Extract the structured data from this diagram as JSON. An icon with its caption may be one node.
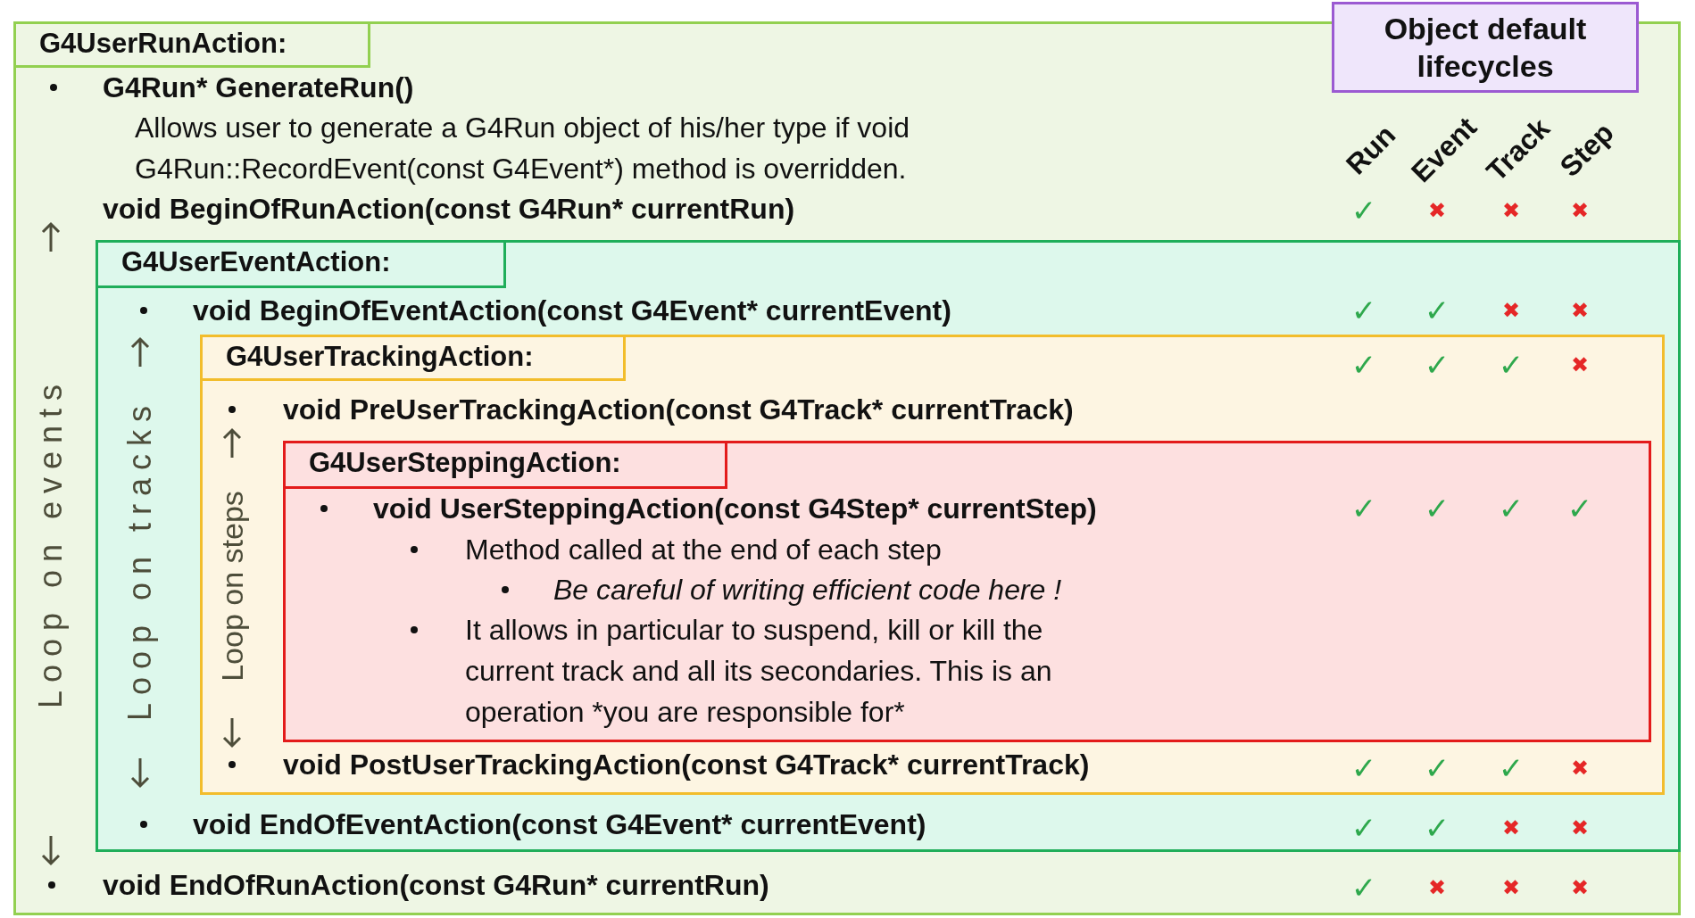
{
  "diagram": {
    "nodes": [
      {
        "text": [
          "G4UserRunAction:",
          "G4Run* GenerateRun()",
          "Allows user to generate a G4Run object of his/her type if void G4Run::RecordEvent(const G4Event*) method is overridden.",
          "void BeginOfRunAction(const G4Run* currentRun)",
          "void EndOfRunAction(const G4Run* currentRun)",
          "Loop on events"
        ]
      },
      {
        "text": [
          "G4UserEventAction:",
          "void BeginOfEventAction(const G4Event* currentEvent)",
          "void EndOfEventAction(const G4Event* currentEvent)",
          "Loop on tracks"
        ],
        "in": 0
      },
      {
        "text": [
          "G4UserTrackingAction:",
          "void PreUserTrackingAction(const G4Track* currentTrack)",
          "void PostUserTrackingAction(const G4Track* currentTrack)",
          "Loop on steps"
        ],
        "in": 1
      },
      {
        "text": [
          "G4UserSteppingAction:",
          "void UserSteppingAction(const G4Step* currentStep)",
          "Method called at the end of each step",
          "Be careful of writing efficient code here !",
          "It allows in particular to suspend, kill or kill the current track and all its secondaries. This is an operation *you are responsible for*"
        ],
        "in": 2
      },
      {
        "text": [
          "Object default lifecycles"
        ]
      }
    ],
    "edges": [],
    "labels": [
      "Run",
      "Event",
      "Track",
      "Step",
      "✓",
      "✖",
      "✖",
      "✖",
      "✓",
      "✓",
      "✖",
      "✖",
      "✓",
      "✓",
      "✓",
      "✖",
      "✓",
      "✓",
      "✓",
      "✓",
      "✓",
      "✓",
      "✓",
      "✖",
      "✓",
      "✓",
      "✖",
      "✖",
      "✓",
      "✖",
      "✖",
      "✖"
    ]
  }
}
